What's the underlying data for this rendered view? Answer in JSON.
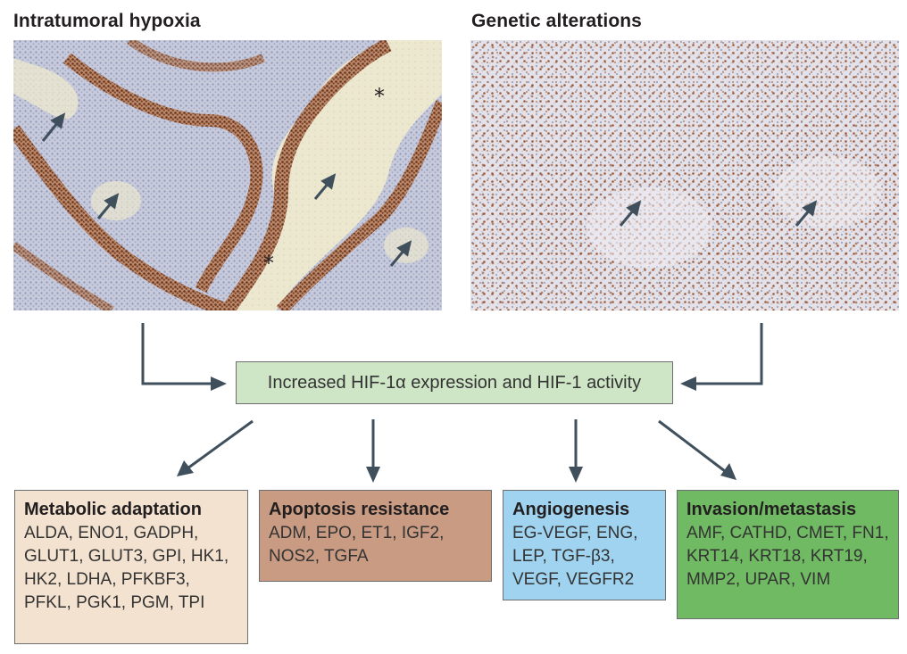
{
  "panels": {
    "left_title": "Intratumoral hypoxia",
    "right_title": "Genetic alterations"
  },
  "center": {
    "label": "Increased HIF-1α expression and HIF-1 activity"
  },
  "outcomes": [
    {
      "heading": "Metabolic adaptation",
      "genes": "ALDA, ENO1, GADPH, GLUT1, GLUT3, GPI, HK1, HK2, LDHA, PFKBF3, PFKL, PGK1, PGM, TPI",
      "color": "#f3e2cf"
    },
    {
      "heading": "Apoptosis resistance",
      "genes": "ADM, EPO, ET1, IGF2, NOS2, TGFA",
      "color": "#c89b82"
    },
    {
      "heading": "Angiogenesis",
      "genes": "EG-VEGF, ENG, LEP, TGF-β3, VEGF, VEGFR2",
      "color": "#9fd3ef"
    },
    {
      "heading": "Invasion/metastasis",
      "genes": "AMF, CATHD, CMET, FN1, KRT14, KRT18, KRT19, MMP2, UPAR, VIM",
      "color": "#6fba62"
    }
  ],
  "colors": {
    "arrow": "#3f4f5c",
    "stain_brown": "#8b4a2b",
    "tissue_blue": "#b9bfd6",
    "necrosis": "#ede8cc"
  }
}
